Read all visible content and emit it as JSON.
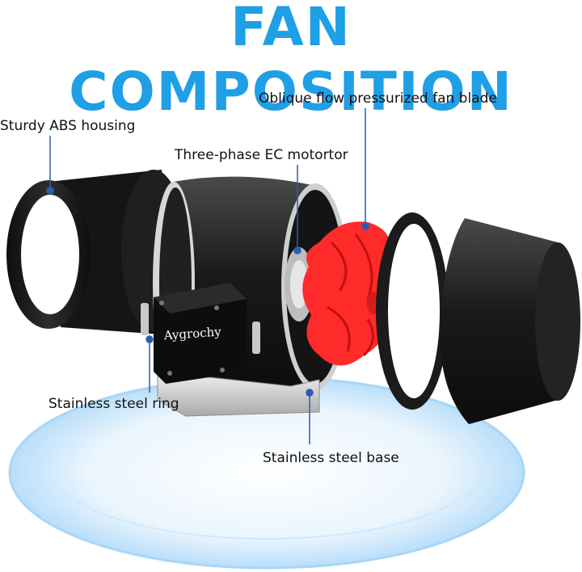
{
  "title": "FAN COMPOSITION",
  "brand": "Aygrochy",
  "labels": {
    "housing": "Sturdy ABS housing",
    "blade": "Oblique flow pressurized fan blade",
    "motor": "Three-phase EC motortor",
    "ring": "Stainless steel ring",
    "base": "Stainless steel base"
  },
  "colors": {
    "title": "#1e9fe6",
    "leader": "#2a5db0",
    "blade": "#ff2a2a",
    "body": "#1c1c1c"
  }
}
